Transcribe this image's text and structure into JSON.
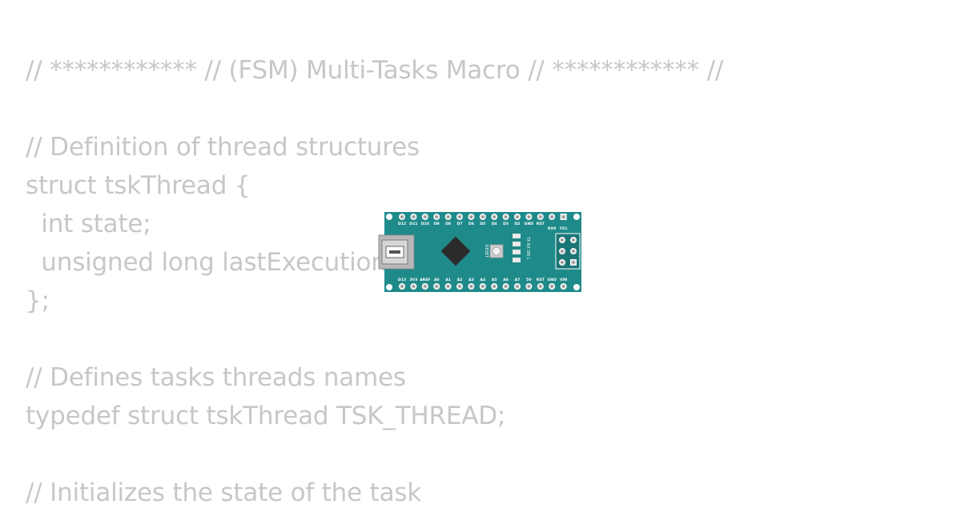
{
  "code_lines": [
    "// ************ // (FSM) Multi-Tasks Macro // ************ //",
    "",
    "// Definition of thread structures",
    "struct tskThread {",
    "  int state;",
    "  unsigned long lastExecution;",
    "};",
    "",
    "// Defines tasks threads names",
    "typedef struct tskThread TSK_THREAD;",
    "",
    "// Initializes the state of the task"
  ],
  "board": {
    "top_pin_labels": [
      "D12",
      "D11",
      "D10",
      "D9",
      "D8",
      "D7",
      "D6",
      "D5",
      "D4",
      "D3",
      "D2",
      "GND",
      "RST"
    ],
    "bottom_pin_labels": [
      "D13",
      "3V3",
      "AREF",
      "A0",
      "A1",
      "A2",
      "A3",
      "A4",
      "A5",
      "A6",
      "A7",
      "5V",
      "RST",
      "GND",
      "VIN"
    ],
    "serial_labels": [
      "RX0",
      "TX1"
    ],
    "reset_label": "RESET",
    "led_labels": "TX RX ON L",
    "colors": {
      "pcb": "#1f8a8a",
      "chip": "#2b2b2b",
      "usb": "#b8b8b8"
    }
  }
}
